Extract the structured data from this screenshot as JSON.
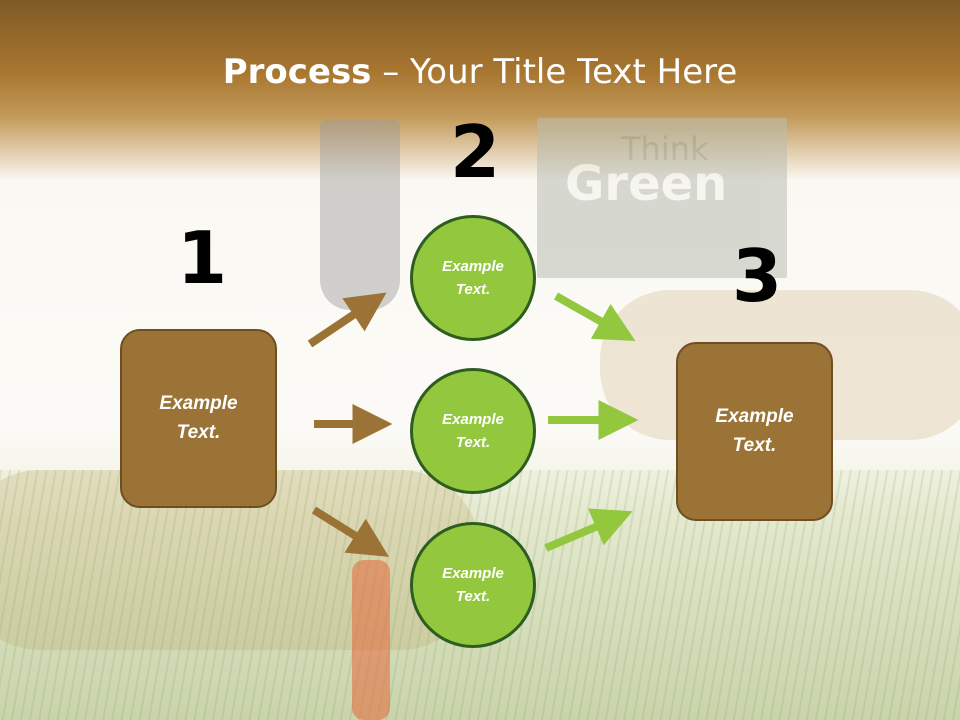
{
  "title": {
    "bold": "Process",
    "rest": " – Your Title Text Here"
  },
  "background_sign": {
    "line1": "Think",
    "line2": "Green"
  },
  "steps": [
    {
      "number": "1",
      "label": "Example Text."
    },
    {
      "number": "2",
      "label": "Example Text."
    },
    {
      "number": "3",
      "label": "Example Text."
    }
  ],
  "circles": [
    {
      "label": "Example Text."
    },
    {
      "label": "Example Text."
    },
    {
      "label": "Example Text."
    }
  ],
  "colors": {
    "header": "#9a6d2e",
    "box_fill": "#9b7337",
    "circle_fill": "#93c83e",
    "arrow_brown": "#9b7337",
    "arrow_green": "#93c83e"
  }
}
